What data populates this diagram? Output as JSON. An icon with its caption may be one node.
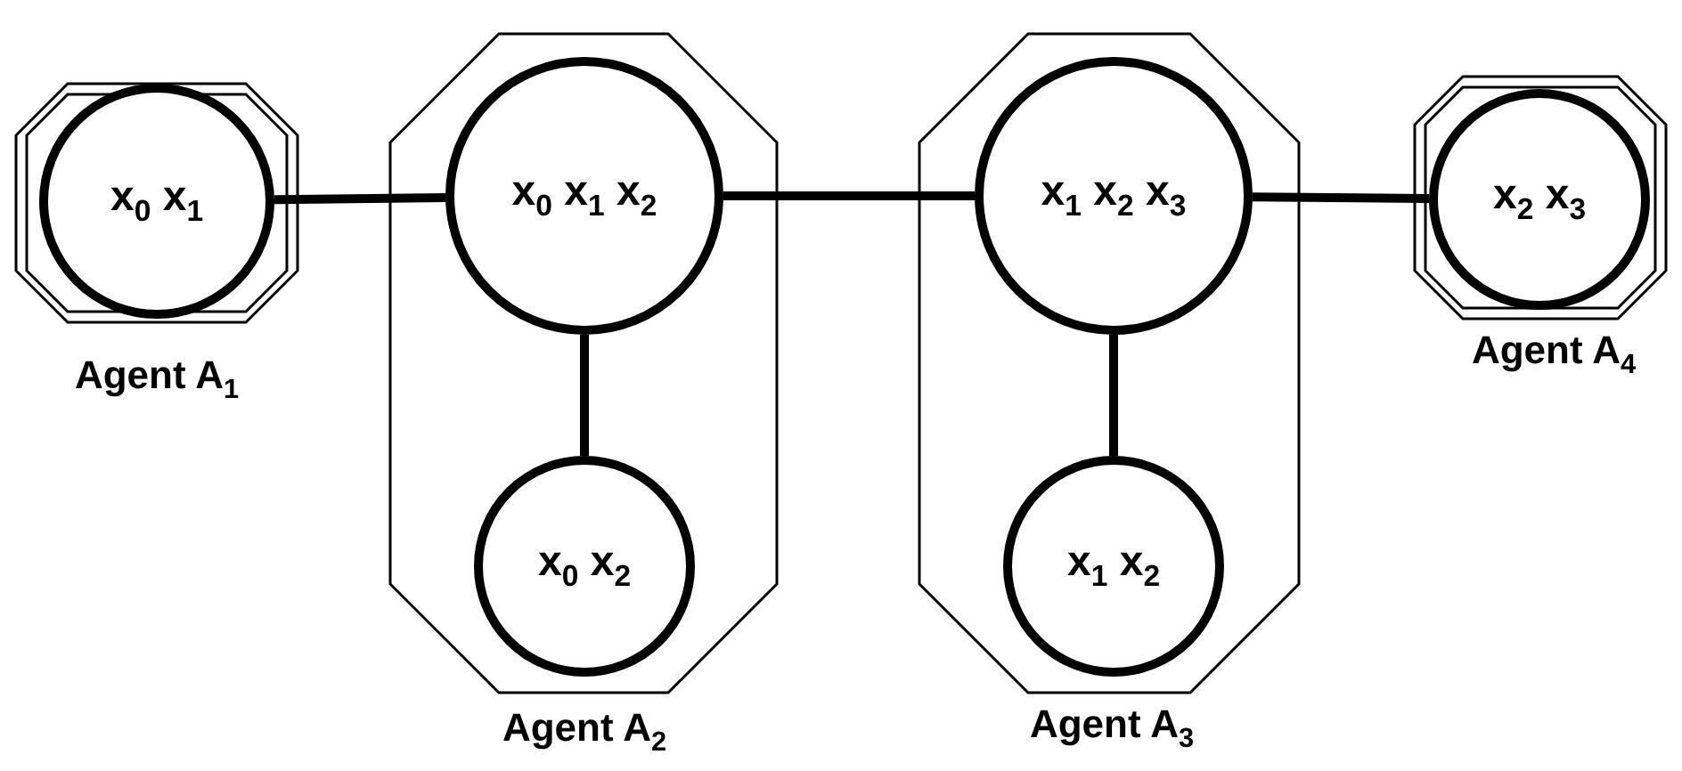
{
  "diagram": {
    "nodes": [
      {
        "text": [
          "Agent A$_{1}$"
        ]
      },
      {
        "text": [
          "x$_{0}$ x$_{1}$"
        ],
        "in": 0
      },
      {
        "text": [
          "Agent A$_{2}$"
        ]
      },
      {
        "text": [
          "x$_{0}$ x$_{1}$ x$_{2}$"
        ],
        "in": 2
      },
      {
        "text": [
          "x$_{0}$ x$_{2}$"
        ],
        "in": 2
      },
      {
        "text": [
          "Agent A$_{3}$"
        ]
      },
      {
        "text": [
          "x$_{1}$ x$_{2}$ x$_{3}$"
        ],
        "in": 5
      },
      {
        "text": [
          "x$_{1}$ x$_{2}$"
        ],
        "in": 5
      },
      {
        "text": [
          "Agent A$_{4}$"
        ]
      },
      {
        "text": [
          "x$_{2}$ x$_{3}$"
        ],
        "in": 8
      }
    ],
    "edges": [
      {
        "from": 1,
        "to": 3,
        "arrow": "none"
      },
      {
        "from": 3,
        "to": 4,
        "arrow": "none"
      },
      {
        "from": 3,
        "to": 6,
        "arrow": "none"
      },
      {
        "from": 6,
        "to": 7,
        "arrow": "none"
      },
      {
        "from": 6,
        "to": 9,
        "arrow": "none"
      }
    ]
  }
}
